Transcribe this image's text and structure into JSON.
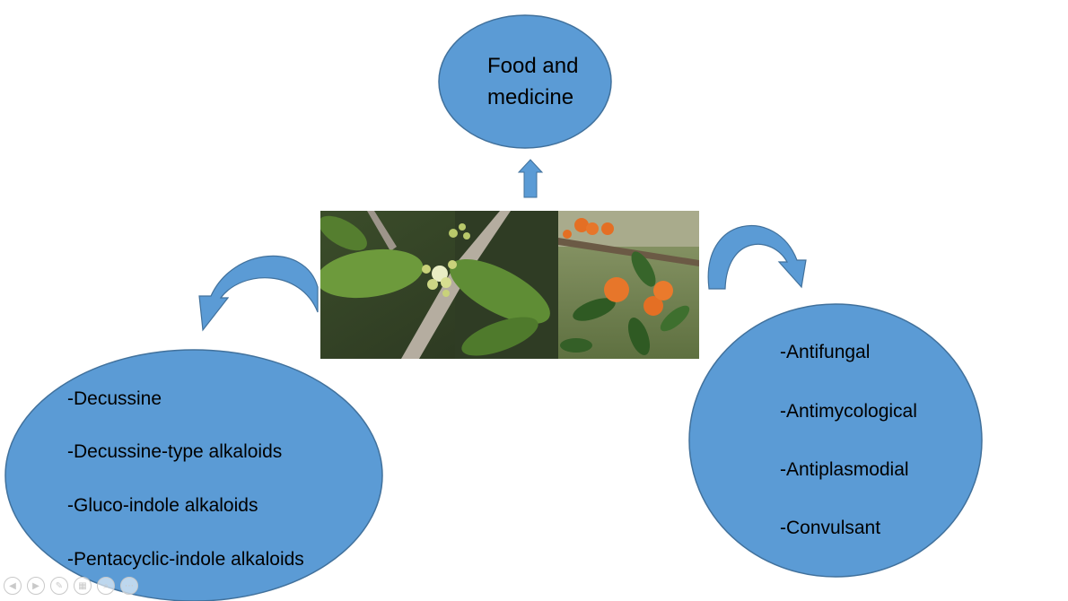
{
  "top_node": {
    "lines": [
      "Food and",
      "medicine"
    ]
  },
  "left_node": {
    "items": [
      "-Decussine",
      "-Decussine-type alkaloids",
      "-Gluco-indole alkaloids",
      "-Pentacyclic-indole alkaloids"
    ]
  },
  "right_node": {
    "items": [
      "-Antifungal",
      "-Antimycological",
      "-Antiplasmodial",
      "-Convulsant"
    ]
  },
  "colors": {
    "node_fill": "#5b9bd5",
    "node_stroke": "#41719c",
    "background": "#ffffff"
  },
  "toolbar": {
    "icons": [
      "previous-icon",
      "next-icon",
      "pen-icon",
      "slides-icon",
      "zoom-icon",
      "more-icon"
    ]
  }
}
